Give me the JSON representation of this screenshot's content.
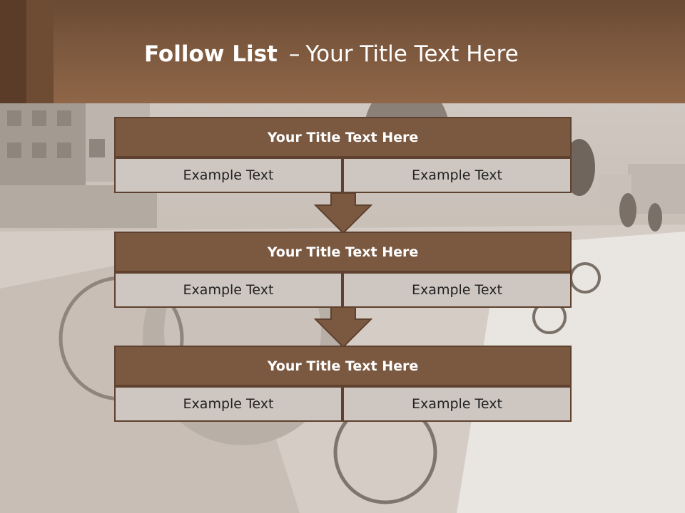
{
  "slide": {
    "title_bold": "Follow List",
    "title_separator": "–",
    "title_text": "Your Title Text Here"
  },
  "steps": [
    {
      "heading": "Your Title Text Here",
      "left": "Example Text",
      "right": "Example Text"
    },
    {
      "heading": "Your Title Text Here",
      "left": "Example Text",
      "right": "Example Text"
    },
    {
      "heading": "Your Title Text Here",
      "left": "Example Text",
      "right": "Example Text"
    }
  ],
  "colors": {
    "header_brown": "#7c583e",
    "box_brown": "#7b5840",
    "cell_gray": "#cec7c1",
    "border": "#5e412e"
  }
}
